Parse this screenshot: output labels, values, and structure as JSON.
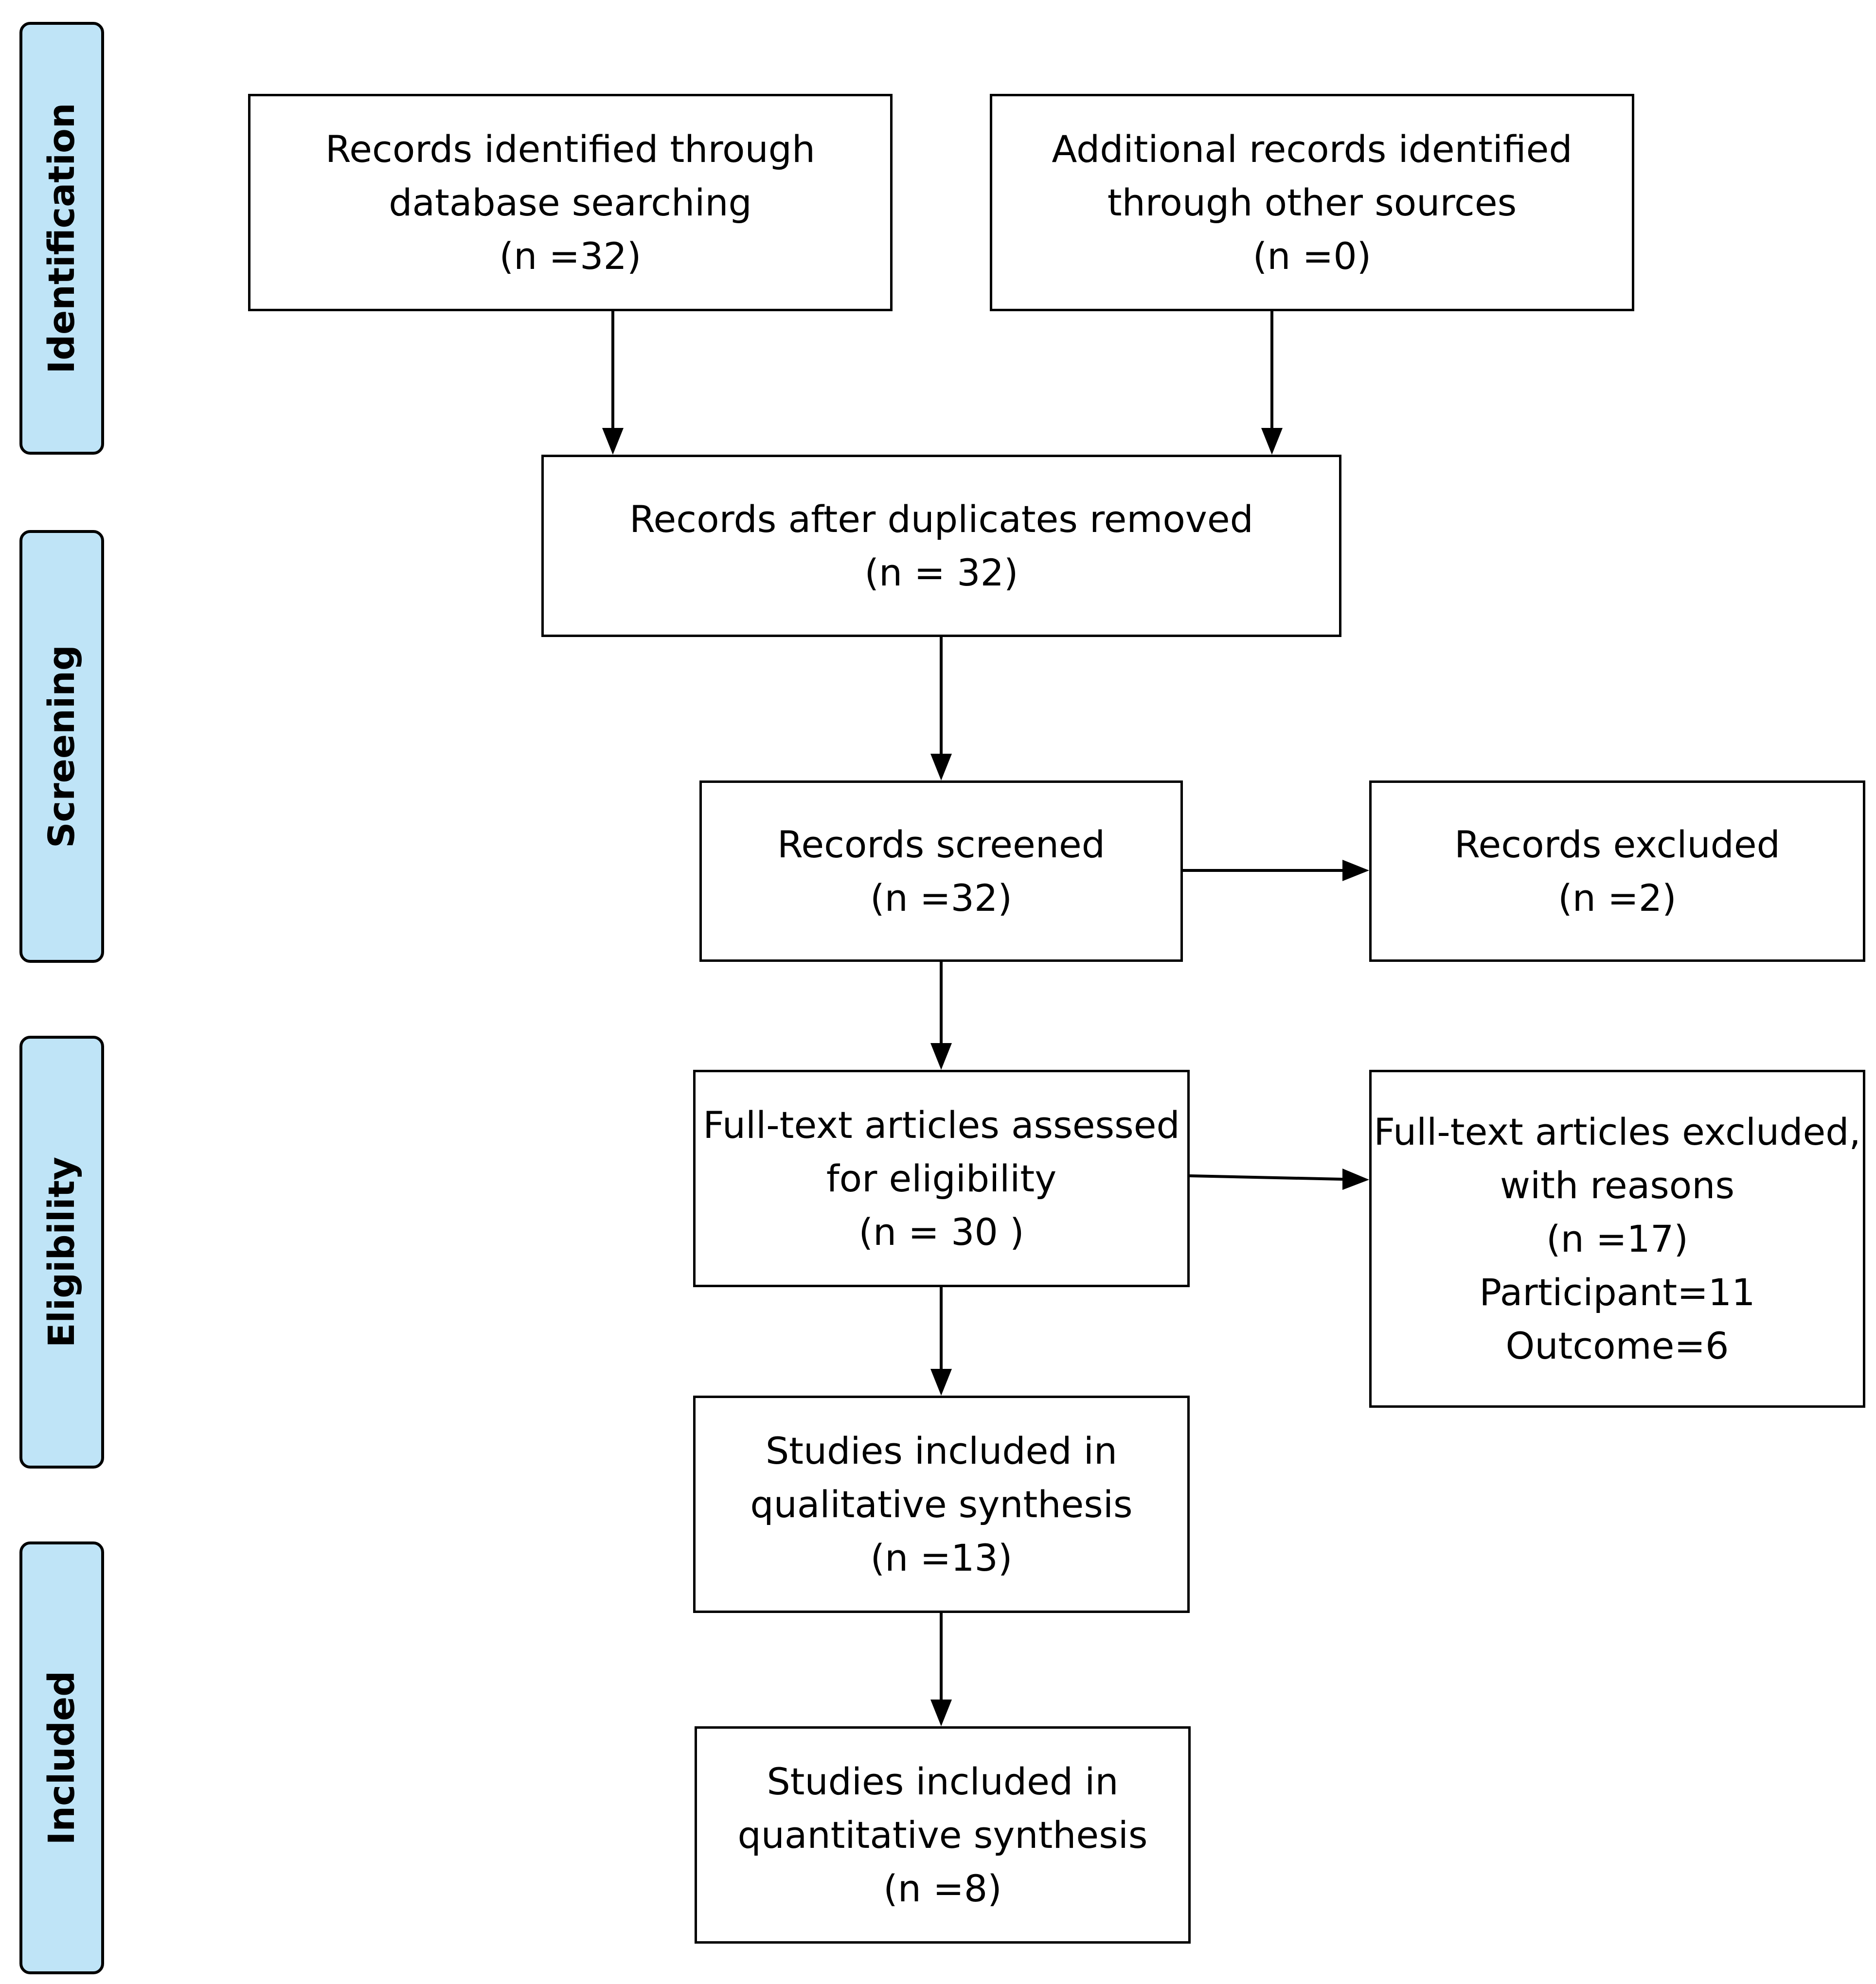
{
  "stages": {
    "identification": "Identification",
    "screening": "Screening",
    "eligibility": "Eligibility",
    "included": "Included"
  },
  "boxes": {
    "database_records": [
      "Records identified through",
      "database searching",
      "(n =32)"
    ],
    "other_records": [
      "Additional records identified",
      "through other sources",
      "(n =0)"
    ],
    "after_duplicates": [
      "Records after duplicates removed",
      "(n = 32)"
    ],
    "screened": [
      "Records screened",
      "(n =32)"
    ],
    "excluded": [
      "Records excluded",
      "(n =2)"
    ],
    "fulltext_assessed": [
      "Full-text articles assessed",
      "for eligibility",
      "(n = 30 )"
    ],
    "fulltext_excluded": [
      "Full-text articles excluded,",
      "with reasons",
      "(n =17)",
      "Participant=11",
      "Outcome=6"
    ],
    "qualitative": [
      "Studies included in",
      "qualitative synthesis",
      "(n =13)"
    ],
    "quantitative": [
      "Studies included in",
      "quantitative synthesis",
      "(n =8)"
    ]
  }
}
